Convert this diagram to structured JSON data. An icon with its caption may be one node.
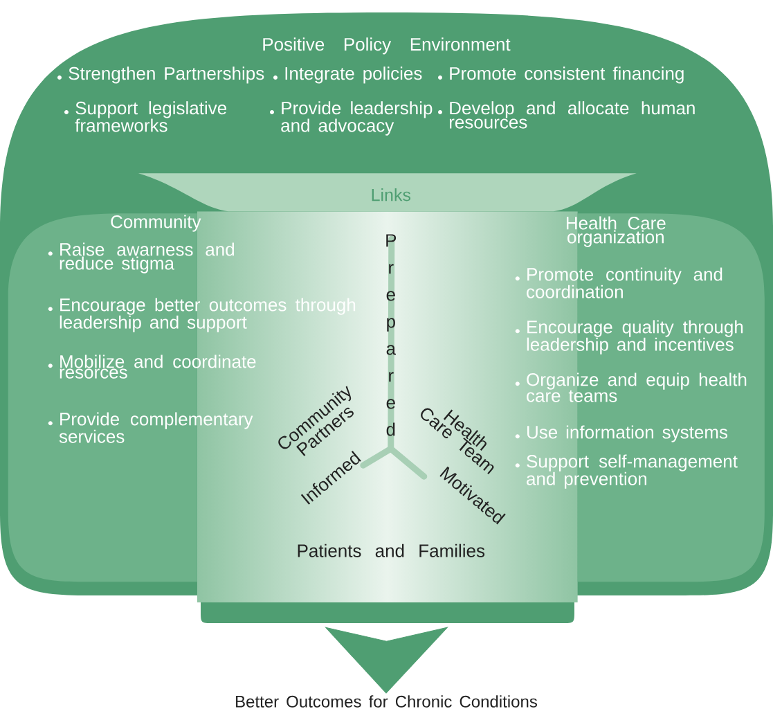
{
  "diagram": {
    "nodes": [
      {
        "text": [
          "Positive Policy Environment",
          "Strengthen Partnerships",
          "Integrate policies",
          "Promote consistent financing",
          "Support legislative frameworks",
          "Provide leadership and advocacy",
          "Develop and allocate human resources"
        ]
      },
      {
        "text": [
          "Community",
          "Raise awarness and reduce stigma",
          "Encourage better outcomes through leadership and support",
          "Mobilize and coordinate resorces",
          "Provide complementary services"
        ],
        "in": 0
      },
      {
        "text": [
          "Health Care organization",
          "Promote continuity and coordination",
          "Encourage quality through leadership and incentives",
          "Organize and equip health care teams",
          "Use information systems",
          "Support self-management and prevention"
        ],
        "in": 0
      },
      {
        "text": [
          "Links"
        ],
        "in": 0
      },
      {
        "text": [
          "Prepared",
          "Community Partners",
          "Informed",
          "Health Care Team",
          "Motivated",
          "Patients and Families"
        ],
        "in": 0
      },
      {
        "text": [
          "Better Outcomes for Chronic Conditions"
        ]
      }
    ],
    "edges": [
      {
        "from": 0,
        "to": 5,
        "arrow": "to"
      }
    ]
  }
}
